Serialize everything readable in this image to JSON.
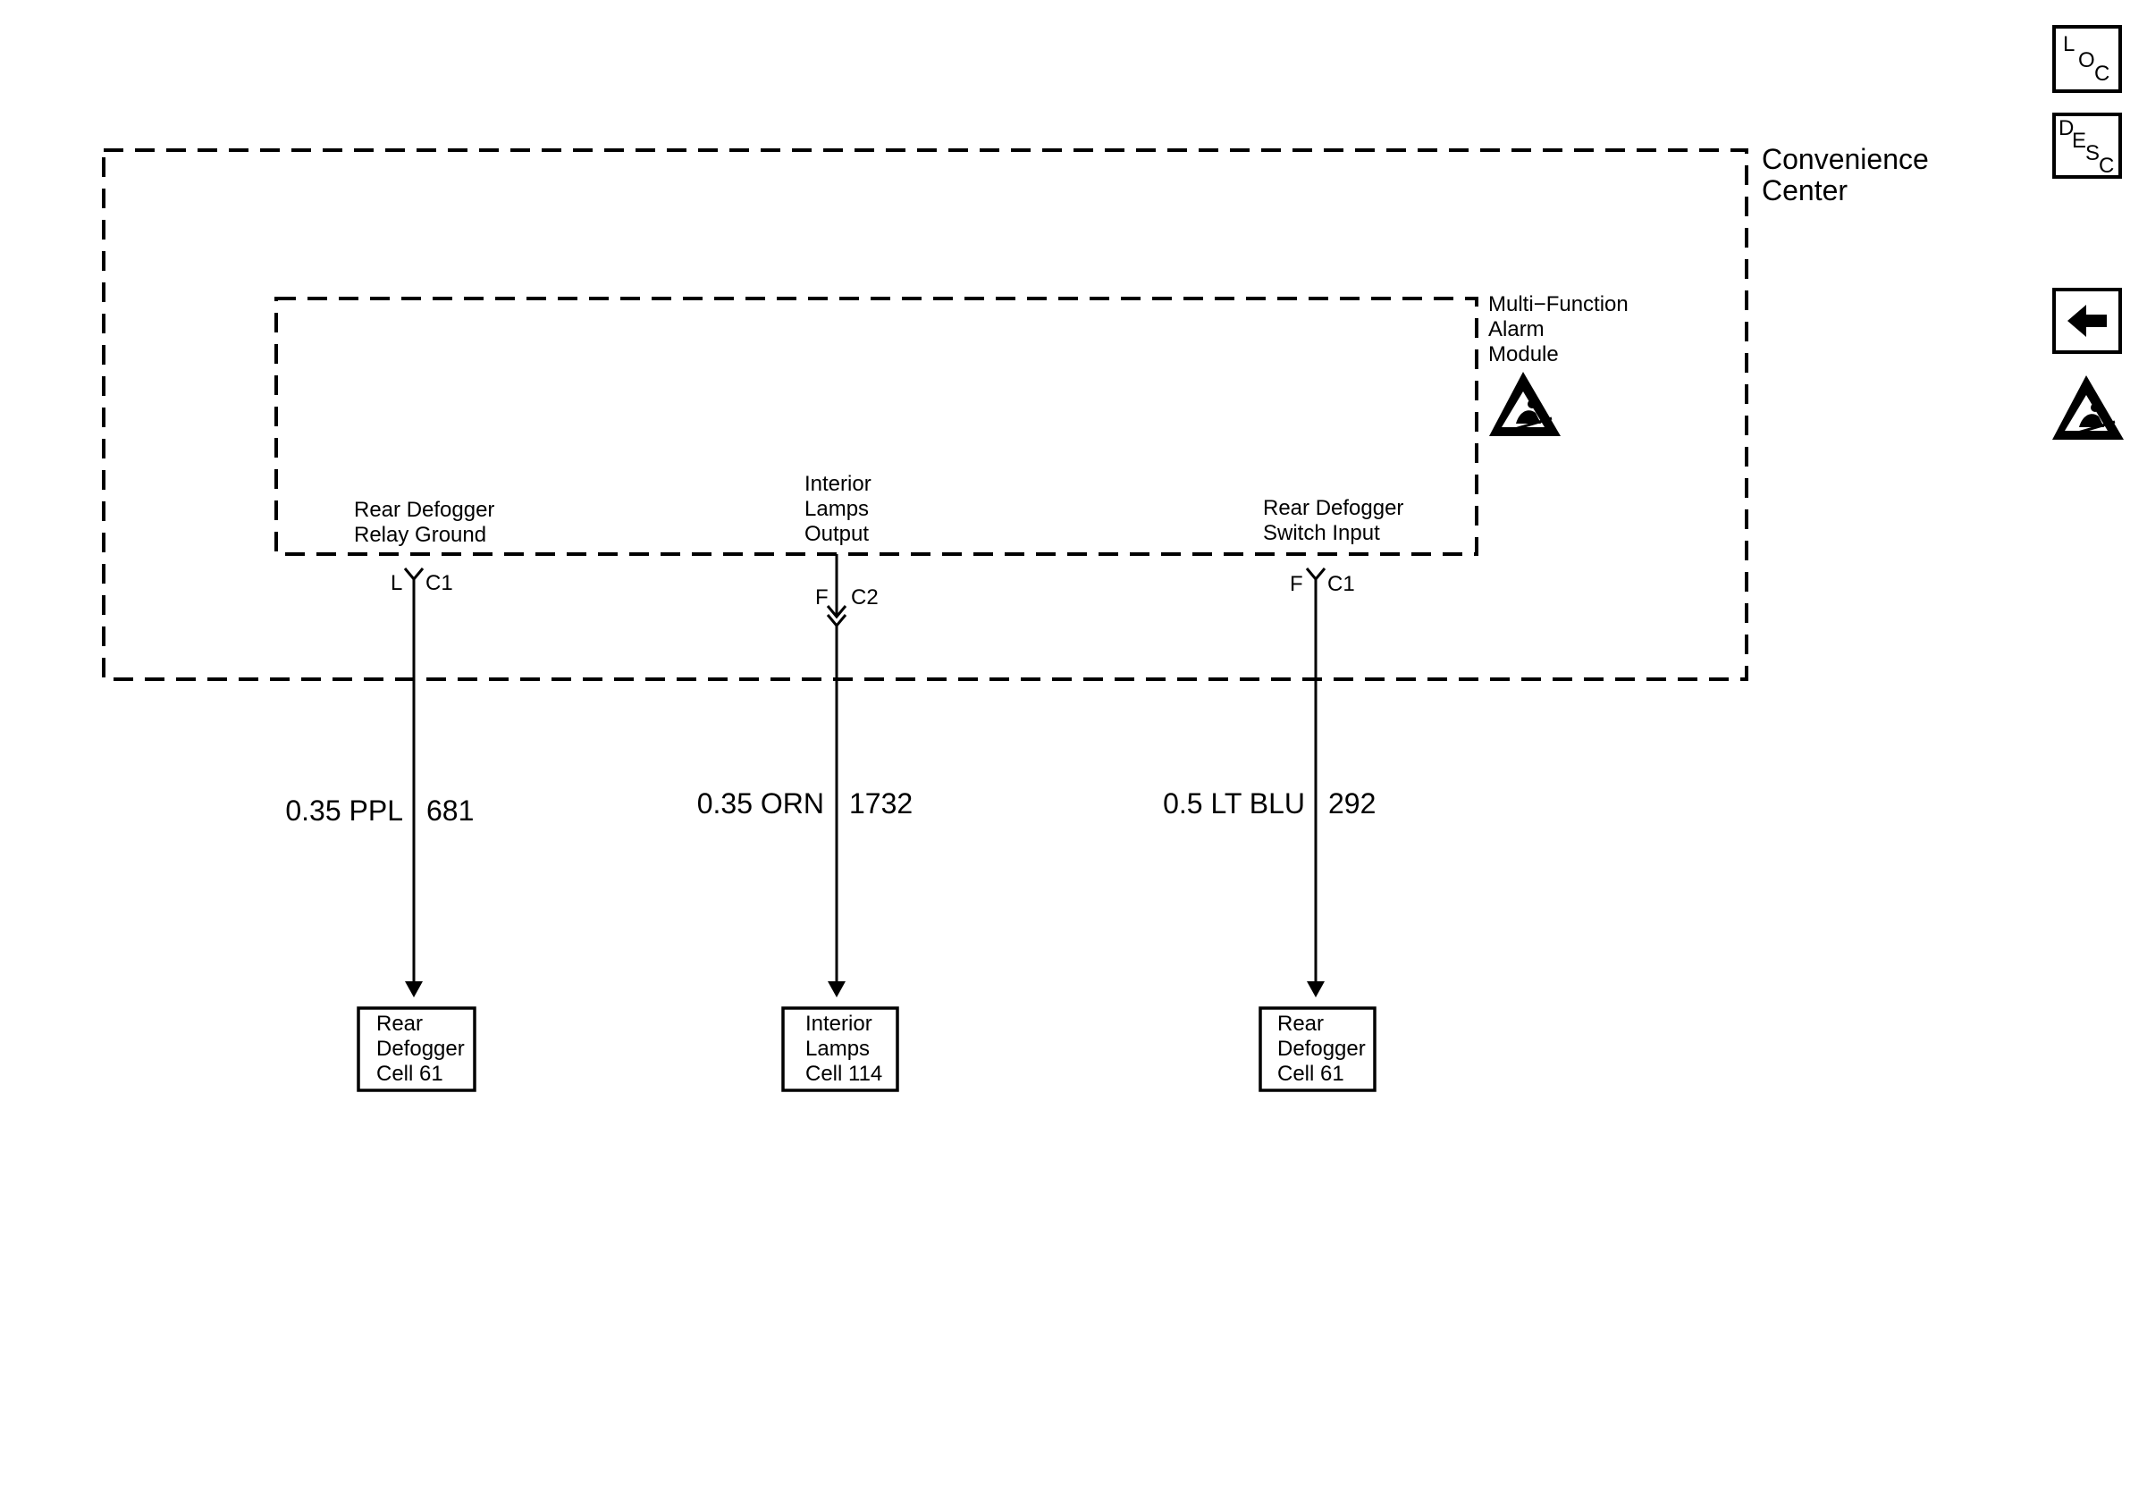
{
  "convenience_center": {
    "label_lines": [
      "Convenience",
      "Center"
    ]
  },
  "module": {
    "label_lines": [
      "Multi−Function",
      "Alarm",
      "Module"
    ],
    "esd_icon": "esd-sensitive-icon"
  },
  "circuits": [
    {
      "function_lines": [
        "Rear Defogger",
        "Relay Ground"
      ],
      "pin": "L",
      "connector": "C1",
      "wire_gauge_color": "0.35 PPL",
      "circuit_number": "681",
      "destination_lines": [
        "Rear",
        "Defogger",
        "Cell 61"
      ]
    },
    {
      "function_lines": [
        "Interior",
        "Lamps",
        "Output"
      ],
      "pin": "F",
      "connector": "C2",
      "wire_gauge_color": "0.35 ORN",
      "circuit_number": "1732",
      "destination_lines": [
        "Interior",
        "Lamps",
        "Cell 114"
      ]
    },
    {
      "function_lines": [
        "Rear Defogger",
        "Switch Input"
      ],
      "pin": "F",
      "connector": "C1",
      "wire_gauge_color": "0.5 LT BLU",
      "circuit_number": "292",
      "destination_lines": [
        "Rear",
        "Defogger",
        "Cell 61"
      ]
    }
  ],
  "nav": {
    "loc": {
      "letters": [
        "L",
        "O",
        "C"
      ],
      "icon": "loc-icon"
    },
    "desc": {
      "letters": [
        "D",
        "E",
        "S",
        "C"
      ],
      "icon": "desc-icon"
    },
    "back": {
      "icon": "back-arrow-icon"
    },
    "esd": {
      "icon": "esd-sensitive-icon"
    }
  }
}
